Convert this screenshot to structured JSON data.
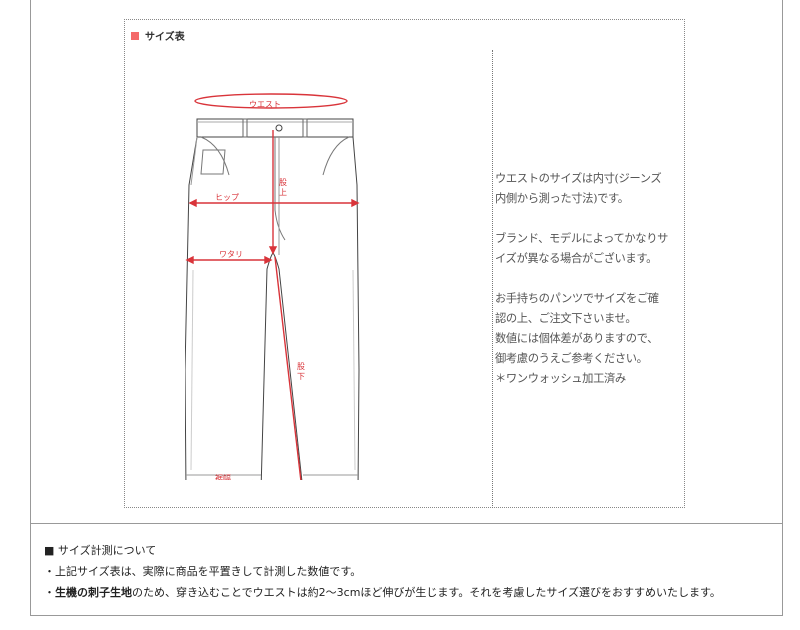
{
  "size_section": {
    "title": "サイズ表",
    "diagram_labels": {
      "waist": "ウエスト",
      "hip": "ヒップ",
      "thigh": "ワタリ",
      "rise_top": "股",
      "rise_bottom": "上",
      "inseam_top": "股",
      "inseam_bottom": "下",
      "hem": "裾幅"
    },
    "notes": [
      [
        "ウエストのサイズは内寸(ジーンズ",
        "内側から測った寸法)です。"
      ],
      [
        "ブランド、モデルによってかなりサ",
        "イズが異なる場合がございます。"
      ],
      [
        "お手持ちのパンツでサイズをご確",
        "認の上、ご注文下さいませ。",
        "数値には個体差がありますので、",
        "御考慮のうえご参考ください。",
        "＊ワンウォッシュ加工済み"
      ]
    ]
  },
  "footer": {
    "heading_bullet": "■",
    "heading": "サイズ計測について",
    "line1": "・上記サイズ表は、実際に商品を平置きして計測した数値です。",
    "line2_prefix": "・",
    "line2_bold": "生機の刺子生地",
    "line2_rest": "のため、穿き込むことでウエストは約2～3cmほど伸びが生じます。それを考慮したサイズ選びをおすすめいたします。"
  },
  "colors": {
    "accent": "#f46a6a",
    "measure": "#d9343a"
  }
}
